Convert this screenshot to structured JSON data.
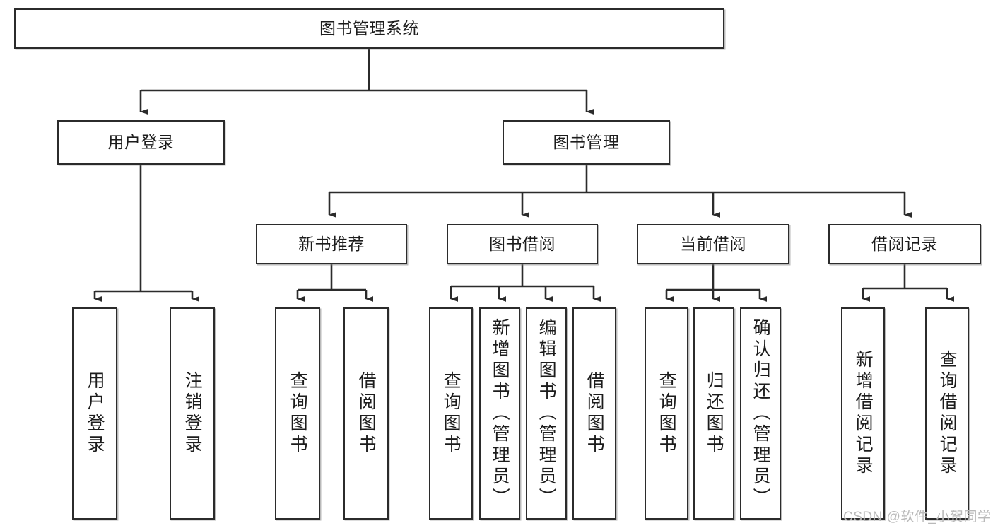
{
  "diagram": {
    "title": "图书管理系统",
    "type": "hierarchy-tree",
    "levels": 4,
    "colors": {
      "node_border": "#2b2b2b",
      "node_fill": "#ffffff",
      "connector": "#2b2b2b",
      "text": "#1c1c1c",
      "watermark": "#b9b9b9",
      "background": "#ffffff"
    },
    "root": {
      "label": "图书管理系统"
    },
    "level2": [
      {
        "label": "用户登录"
      },
      {
        "label": "图书管理"
      }
    ],
    "level3": [
      {
        "label": "新书推荐"
      },
      {
        "label": "图书借阅"
      },
      {
        "label": "当前借阅"
      },
      {
        "label": "借阅记录"
      }
    ],
    "leaves": {
      "user_login": [
        {
          "label": "用户登录"
        },
        {
          "label": "注销登录"
        }
      ],
      "new_book_recommend": [
        {
          "label": "查询图书"
        },
        {
          "label": "借阅图书"
        }
      ],
      "book_borrow": [
        {
          "label": "查询图书"
        },
        {
          "label": "新增图书（管理员）"
        },
        {
          "label": "编辑图书（管理员）"
        },
        {
          "label": "借阅图书"
        }
      ],
      "current_borrow": [
        {
          "label": "查询图书"
        },
        {
          "label": "归还图书"
        },
        {
          "label": "确认归还（管理员）"
        }
      ],
      "borrow_record": [
        {
          "label": "新增借阅记录"
        },
        {
          "label": "查询借阅记录"
        }
      ]
    }
  },
  "watermark": {
    "text": "CSDN @软件_小贺同学"
  }
}
